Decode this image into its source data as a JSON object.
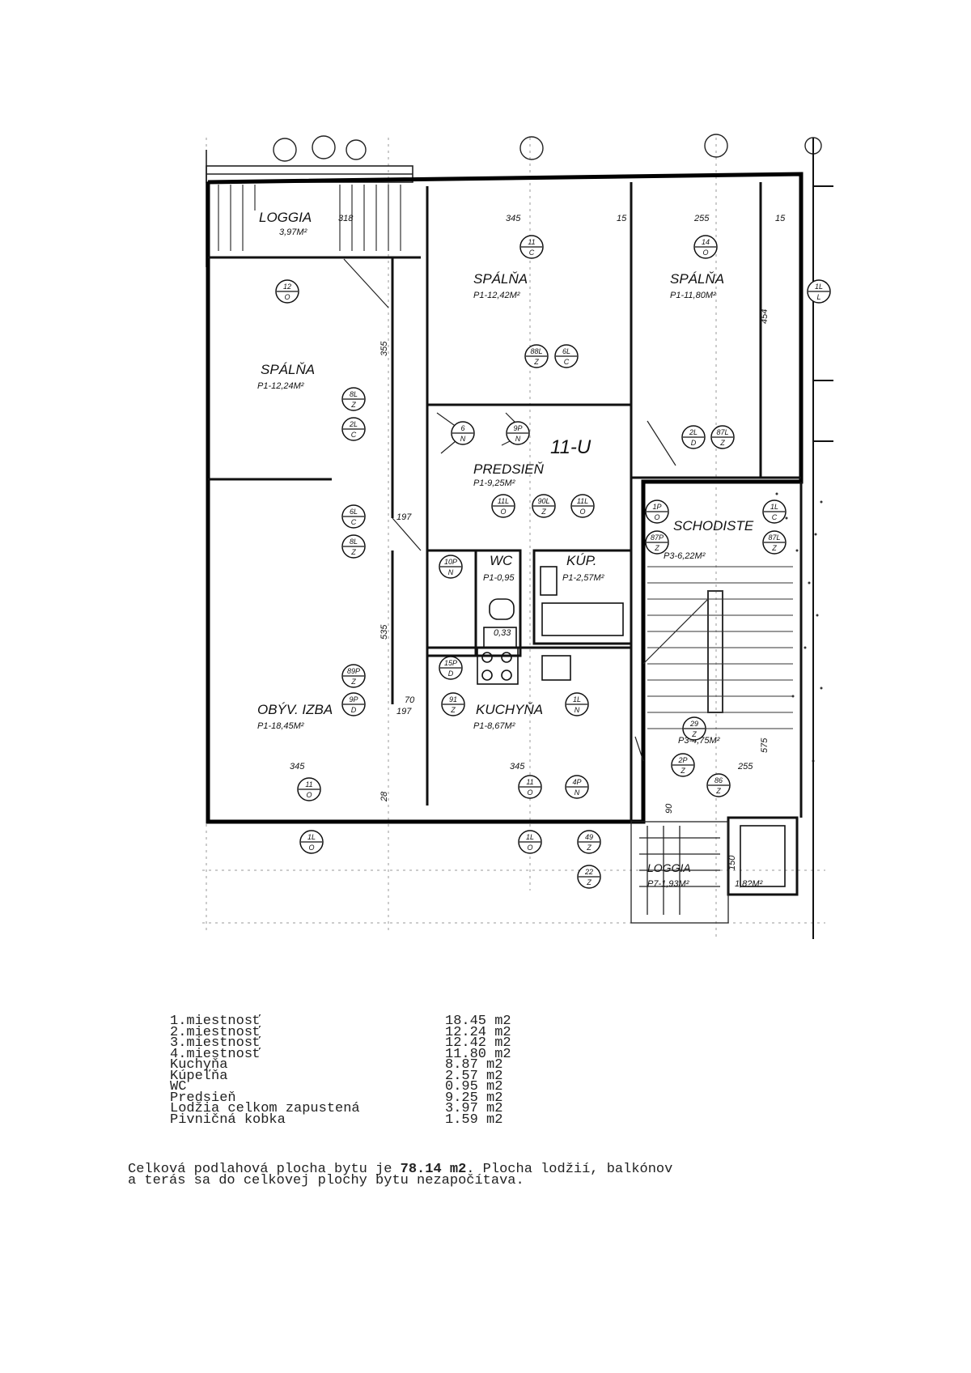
{
  "plan": {
    "label_apt": "11-U",
    "rooms": {
      "loggia_top": {
        "name": "LOGGIA",
        "area": "3,97M²"
      },
      "bedroom_left": {
        "name": "SPÁLŇA",
        "area": "P1-12,24M²"
      },
      "bedroom_mid": {
        "name": "SPÁLŇA",
        "area": "P1-12,42M²"
      },
      "bedroom_right": {
        "name": "SPÁLŇA",
        "area": "P1-11,80M²"
      },
      "hall": {
        "name": "PREDSIEŇ",
        "area": "P1-9,25M²"
      },
      "wc": {
        "name": "WC",
        "area": "P1-0,95"
      },
      "bath": {
        "name": "KÚP.",
        "area": "P1-2,57M²"
      },
      "living": {
        "name": "OBÝV. IZBA",
        "area": "P1-18,45M²"
      },
      "kitchen": {
        "name": "KUCHYŇA",
        "area": "P1-8,67M²"
      },
      "stairs": {
        "name": "SCHODISTE",
        "area": "P3-6,22M²"
      },
      "stairs_low": {
        "area": "P3-4,75M²"
      },
      "loggia_bottom": {
        "name": "LOGGIA",
        "area": "P7-1,93M²"
      },
      "storage": {
        "area": "1,8?M²"
      },
      "cell": {
        "area": "0,33"
      }
    },
    "dims": {
      "d318": "318",
      "d345a": "345",
      "d15a": "15",
      "d255a": "255",
      "d15b": "15",
      "d355": "355",
      "d454": "454",
      "d535": "535",
      "d197a": "197",
      "d197b": "197",
      "d345b": "345",
      "d345c": "345",
      "d255b": "255",
      "d575": "575",
      "d150": "150",
      "d28": "28",
      "d90": "90",
      "d70": "70"
    },
    "tags": {
      "t12O": [
        "12",
        "O"
      ],
      "t11C": [
        "11",
        "C"
      ],
      "t14O": [
        "14",
        "O"
      ],
      "t1L": [
        "1L",
        "L"
      ],
      "t88L": [
        "88L",
        "Z"
      ],
      "t6L": [
        "6L",
        "C"
      ],
      "t8L": [
        "8L",
        "Z"
      ],
      "t2L": [
        "2L",
        "C"
      ],
      "t6N": [
        "6",
        "N"
      ],
      "t9P": [
        "9P",
        "N"
      ],
      "t2LD": [
        "2L",
        "D"
      ],
      "t87L": [
        "87L",
        "Z"
      ],
      "t6C": [
        "6L",
        "C"
      ],
      "t8LZ": [
        "8L",
        "Z"
      ],
      "t11LO": [
        "11L",
        "O"
      ],
      "t90L": [
        "90L",
        "Z"
      ],
      "t11L": [
        "11L",
        "O"
      ],
      "t10P": [
        "10P",
        "N"
      ],
      "t15P": [
        "15P",
        "D"
      ],
      "t89P": [
        "89P",
        "Z"
      ],
      "t9PD": [
        "9P",
        "D"
      ],
      "t91": [
        "91",
        "Z"
      ],
      "t1LN": [
        "1L",
        "N"
      ],
      "t11O": [
        "11",
        "O"
      ],
      "t11Ob": [
        "11",
        "O"
      ],
      "t4P": [
        "4P",
        "N"
      ],
      "t1LO": [
        "1L",
        "O"
      ],
      "t1LOb": [
        "1L",
        "O"
      ],
      "t49": [
        "49",
        "Z"
      ],
      "t22": [
        "22",
        "Z"
      ],
      "t1P": [
        "1P",
        "O"
      ],
      "t87P": [
        "87P",
        "Z"
      ],
      "t1LR": [
        "1L",
        "C"
      ],
      "t87": [
        "87L",
        "Z"
      ],
      "t29": [
        "29",
        "Z"
      ],
      "t2P": [
        "2P",
        "Z"
      ],
      "t86": [
        "86",
        "Z"
      ]
    }
  },
  "legend": [
    {
      "name": "1.miestnosť",
      "value": "18.45 m2"
    },
    {
      "name": "2.miestnosť",
      "value": "12.24 m2"
    },
    {
      "name": "3.miestnosť",
      "value": "12.42 m2"
    },
    {
      "name": "4.miestnosť",
      "value": "11.80 m2"
    },
    {
      "name": "Kuchyňa",
      "value": "8.87 m2"
    },
    {
      "name": "Kúpeľňa",
      "value": "2.57 m2"
    },
    {
      "name": "WC",
      "value": "0.95 m2"
    },
    {
      "name": "Predsieň",
      "value": "9.25 m2"
    },
    {
      "name": "Lodžia celkom zapustená",
      "value": "3.97 m2"
    },
    {
      "name": "Pivničná kobka",
      "value": "1.59 m2"
    }
  ],
  "summary": {
    "part1": "Celková podlahová plocha bytu je ",
    "total": "78.14 m2",
    "part2": ". Plocha lodžií, balkónov",
    "line2": "a terás sa do celkovej plochy bytu nezapočítava."
  }
}
